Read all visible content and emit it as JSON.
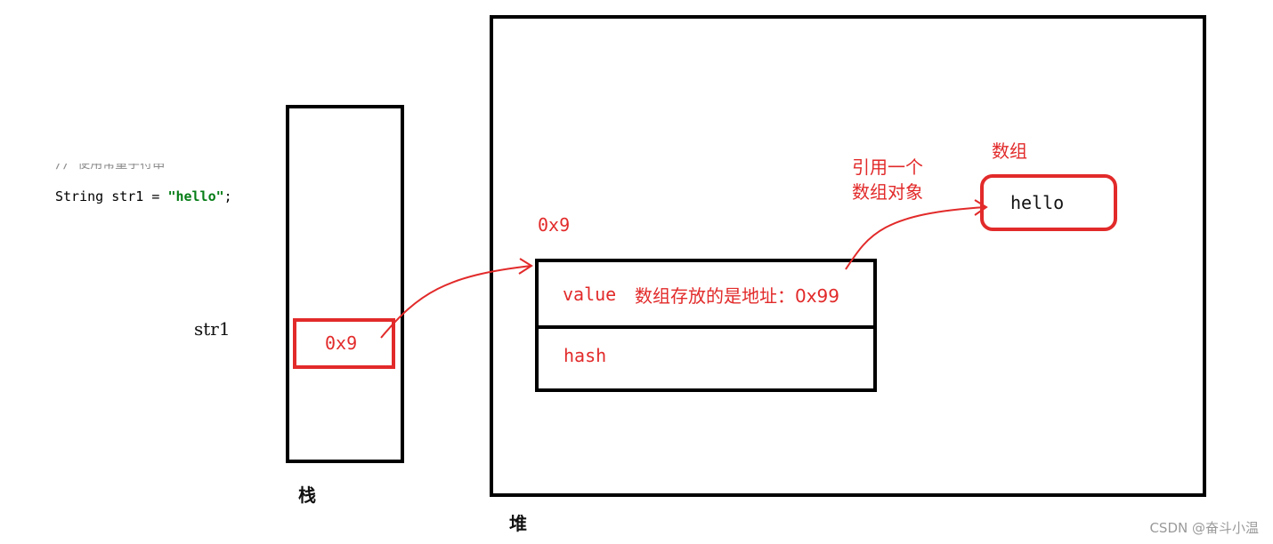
{
  "code": {
    "comment": "// 使用常量字符串",
    "prefix": "String str1 = ",
    "string_literal": "\"hello\"",
    "suffix": ";"
  },
  "stack": {
    "variable_name": "str1",
    "cell_value": "0x9",
    "label": "栈"
  },
  "heap": {
    "label": "堆",
    "object_address": "0x9",
    "field_value": "value",
    "field_value_note": "数组存放的是地址：0x99",
    "field_hash": "hash",
    "ref_note_line1": "引用一个",
    "ref_note_line2": "数组对象",
    "array_label": "数组",
    "array_content": "hello"
  },
  "watermark": "CSDN @奋斗小温",
  "colors": {
    "accent_red": "#e22a2a",
    "string_green": "#067d17"
  }
}
